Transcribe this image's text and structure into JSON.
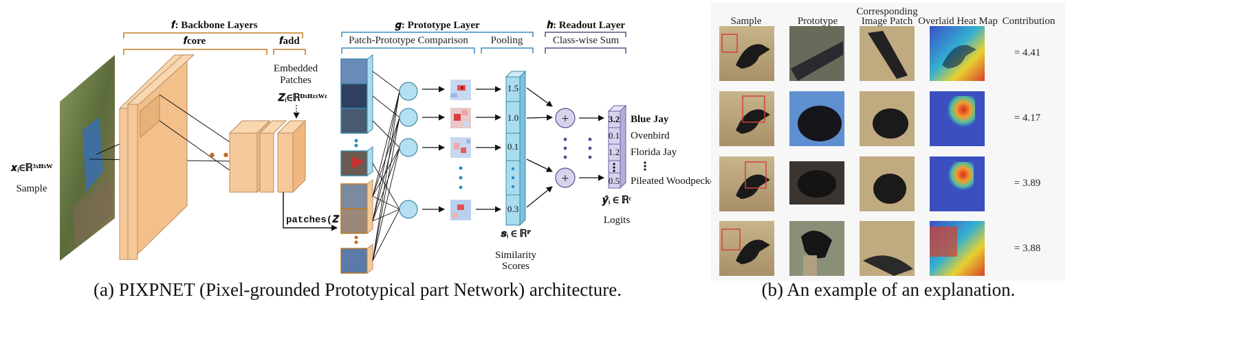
{
  "left": {
    "header_f": "𝒇: Backbone Layers",
    "header_fcore": "𝒇core",
    "header_fadd": "𝒇add",
    "header_g": "𝒈: Prototype Layer",
    "header_g_sub1": "Patch-Prototype Comparison",
    "header_g_sub2": "Pooling",
    "header_h": "𝒉: Readout Layer",
    "header_h_sub": "Class-wise Sum",
    "input_math": "𝒙ᵢ∈ℝ³ˣᴴˣᵂ",
    "input_label": "Sample",
    "embedded_line1": "Embedded",
    "embedded_line2": "Patches",
    "z_math": "𝒁ᵢ∈ℝᴰˣᴴᶻˣᵂᶻ",
    "patches_func": "patches(𝒁ᵢ)",
    "ellipsis": "• • •",
    "similarity_values": [
      "1.5",
      "1.0",
      "0.1",
      "0.3"
    ],
    "similarity_math": "𝒔ᵢ ∈ ℝᴾ",
    "similarity_line1": "Similarity",
    "similarity_line2": "Scores",
    "plus": "+",
    "logit_values": [
      "3.2",
      "0.1",
      "1.2",
      "0.5"
    ],
    "logit_math": "𝒚̂ᵢ ∈ ℝᶜ",
    "logits_label": "Logits",
    "classes": [
      "Blue Jay",
      "Ovenbird",
      "Florida Jay",
      "Pileated Woodpecker"
    ],
    "caption": "(a) PIXPNET (Pixel-grounded Prototypical part Network) architecture."
  },
  "right": {
    "columns": [
      "Sample",
      "Prototype",
      "Corresponding",
      "Image Patch",
      "Overlaid Heat Map",
      "Contribution"
    ],
    "contributions": [
      "= 4.41",
      "= 4.17",
      "= 3.89",
      "= 3.88"
    ],
    "caption": "(b) An example of an explanation."
  },
  "colors": {
    "backbone": "#f6c99b",
    "backbone_edge": "#b98a5c",
    "brace_f": "#c07a20",
    "brace_g": "#3b8bbf",
    "brace_h": "#5a4d8c",
    "cell": "#a9dcee",
    "cell_edge": "#3c87a8",
    "logit_cell": "#d9d2ee",
    "logit_edge": "#6b5fa0",
    "dot_orange": "#c46b1a",
    "dot_blue": "#2a8cc0",
    "dot_purple": "#5a4d8c"
  }
}
